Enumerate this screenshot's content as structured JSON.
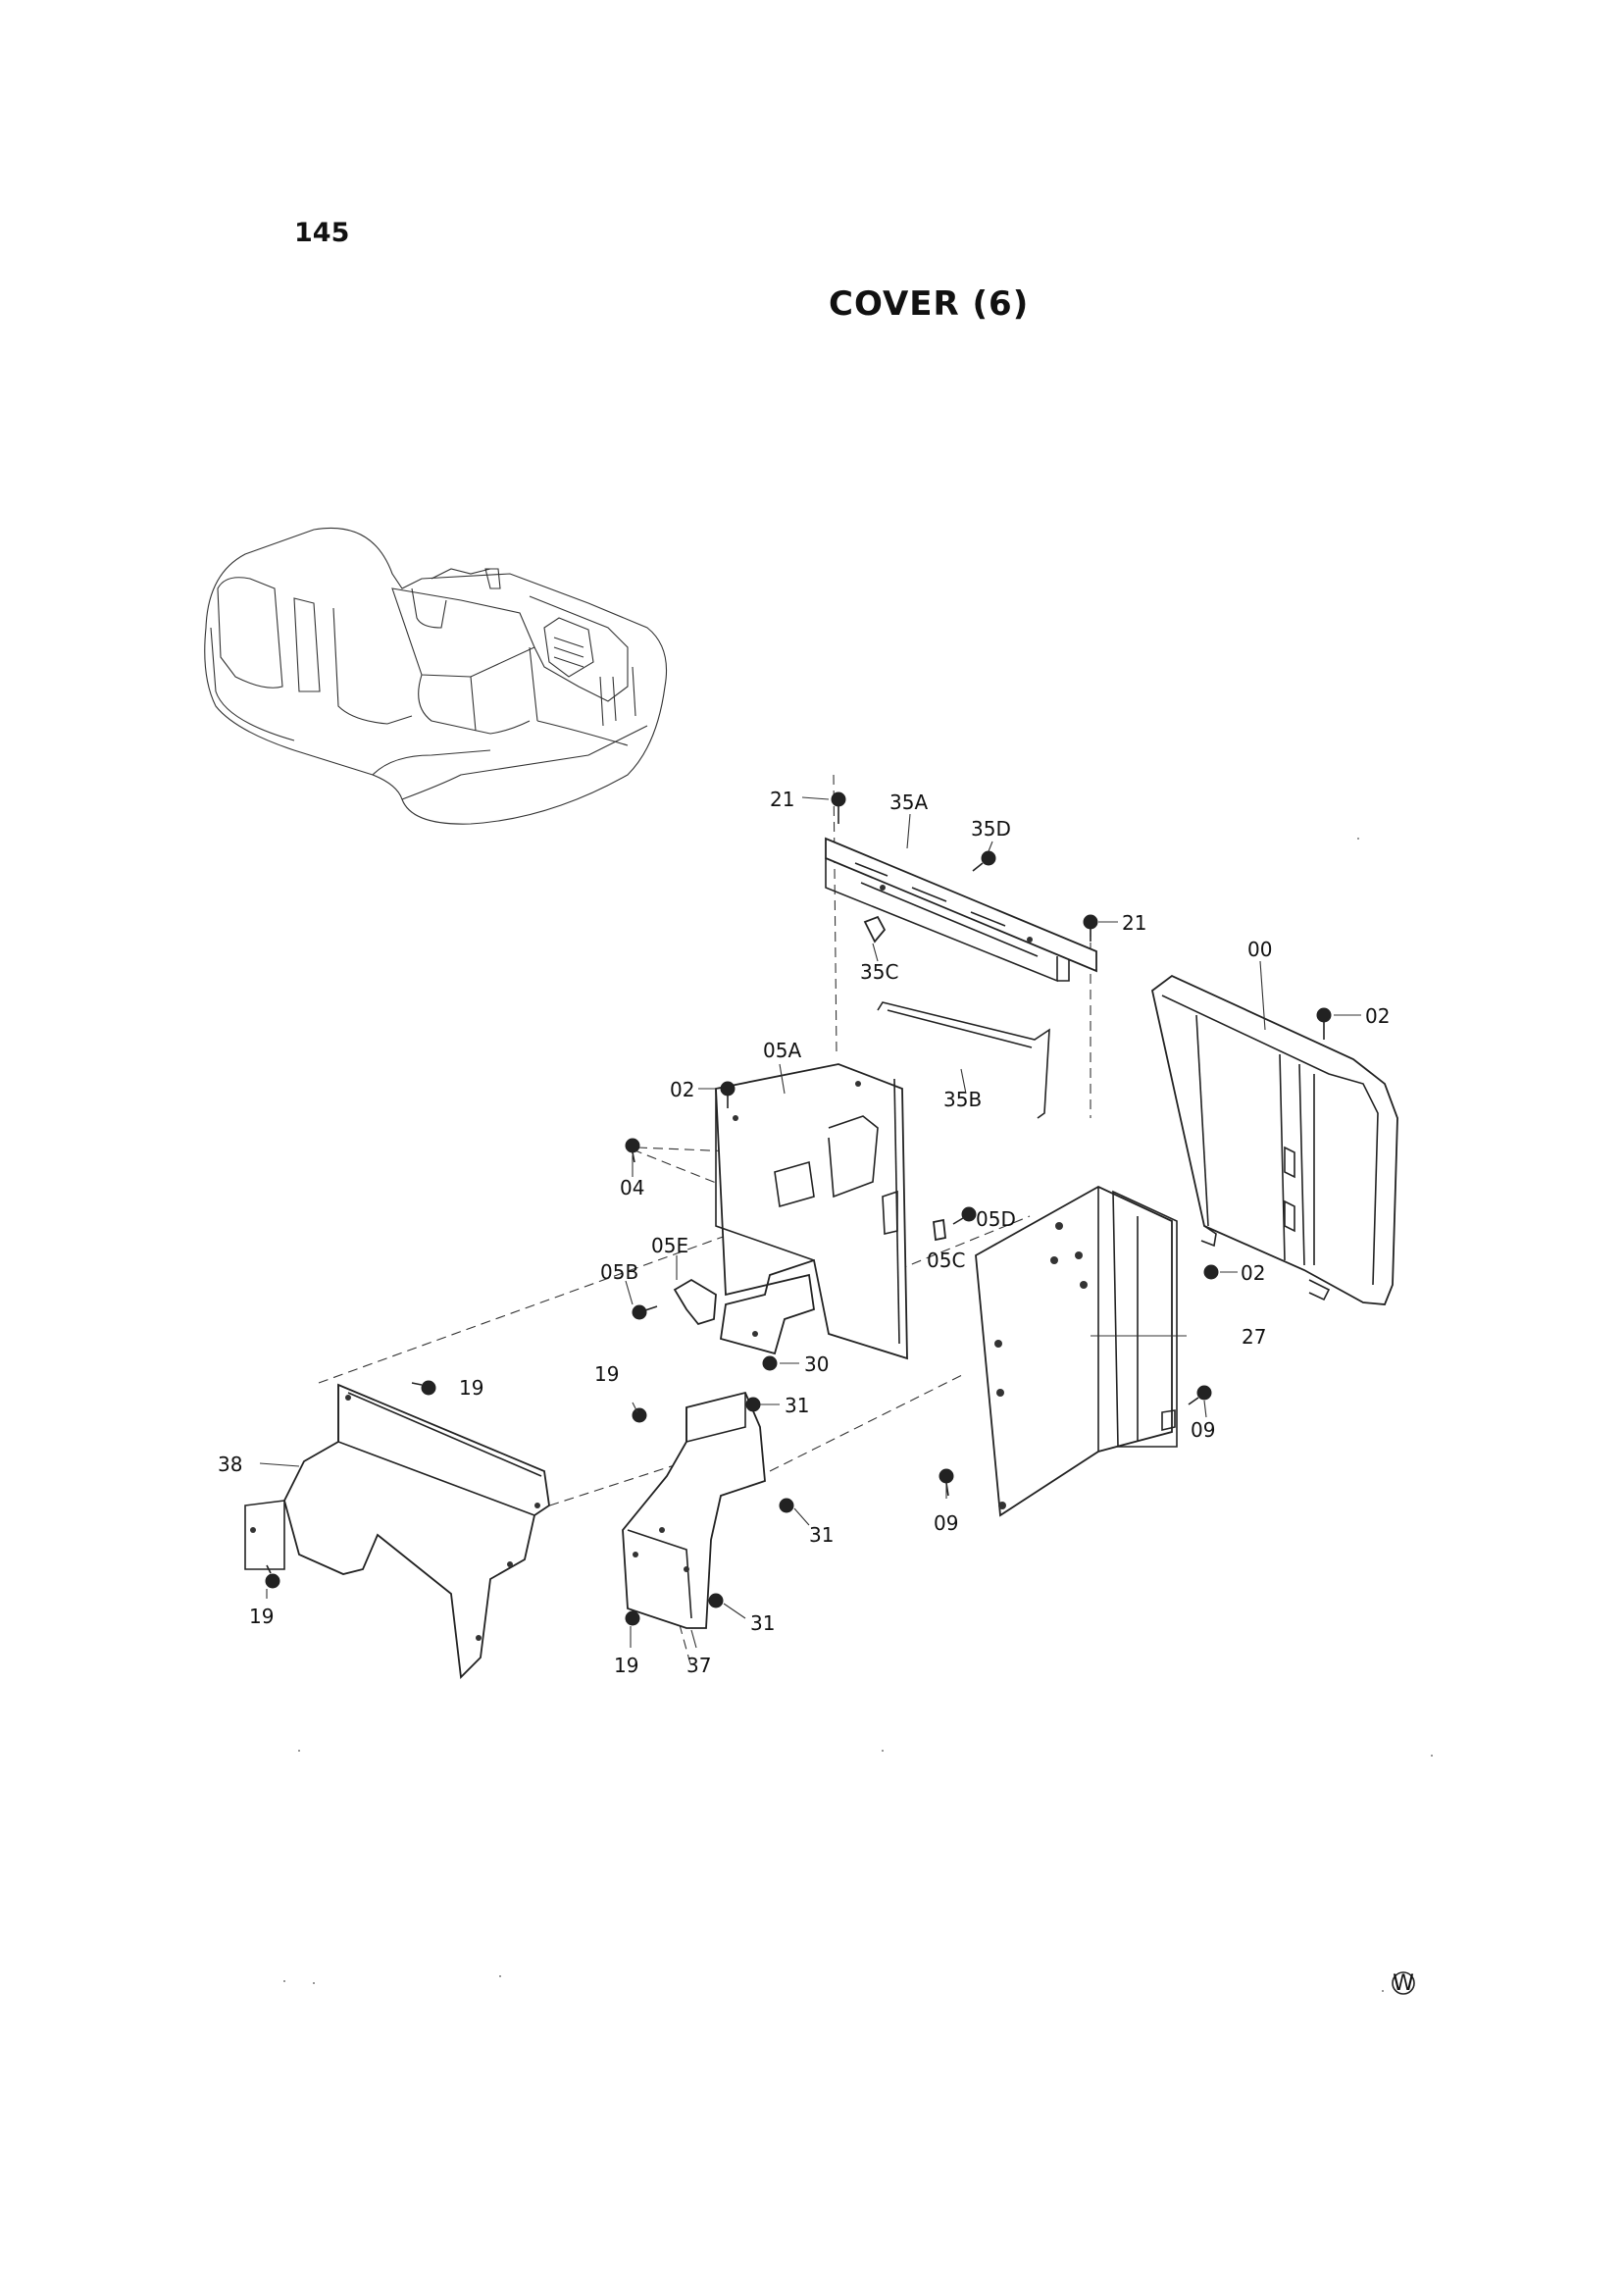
{
  "page": {
    "number": "145",
    "title": "COVER (6)"
  },
  "parts": [
    {
      "id": "lbl-21a",
      "label": "21"
    },
    {
      "id": "lbl-35a",
      "label": "35A"
    },
    {
      "id": "lbl-35d",
      "label": "35D"
    },
    {
      "id": "lbl-21b",
      "label": "21"
    },
    {
      "id": "lbl-35c",
      "label": "35C"
    },
    {
      "id": "lbl-00",
      "label": "00"
    },
    {
      "id": "lbl-02a",
      "label": "02"
    },
    {
      "id": "lbl-05a",
      "label": "05A"
    },
    {
      "id": "lbl-02b",
      "label": "02"
    },
    {
      "id": "lbl-35b",
      "label": "35B"
    },
    {
      "id": "lbl-04",
      "label": "04"
    },
    {
      "id": "lbl-05d",
      "label": "05D"
    },
    {
      "id": "lbl-05c",
      "label": "05C"
    },
    {
      "id": "lbl-05e",
      "label": "05E"
    },
    {
      "id": "lbl-02c",
      "label": "02"
    },
    {
      "id": "lbl-05b",
      "label": "05B"
    },
    {
      "id": "lbl-27",
      "label": "27"
    },
    {
      "id": "lbl-30",
      "label": "30"
    },
    {
      "id": "lbl-19a",
      "label": "19"
    },
    {
      "id": "lbl-19b",
      "label": "19"
    },
    {
      "id": "lbl-31a",
      "label": "31"
    },
    {
      "id": "lbl-09a",
      "label": "09"
    },
    {
      "id": "lbl-38",
      "label": "38"
    },
    {
      "id": "lbl-09b",
      "label": "09"
    },
    {
      "id": "lbl-31b",
      "label": "31"
    },
    {
      "id": "lbl-19c",
      "label": "19"
    },
    {
      "id": "lbl-31c",
      "label": "31"
    },
    {
      "id": "lbl-19d",
      "label": "19"
    },
    {
      "id": "lbl-37",
      "label": "37"
    }
  ],
  "watermark": "W"
}
